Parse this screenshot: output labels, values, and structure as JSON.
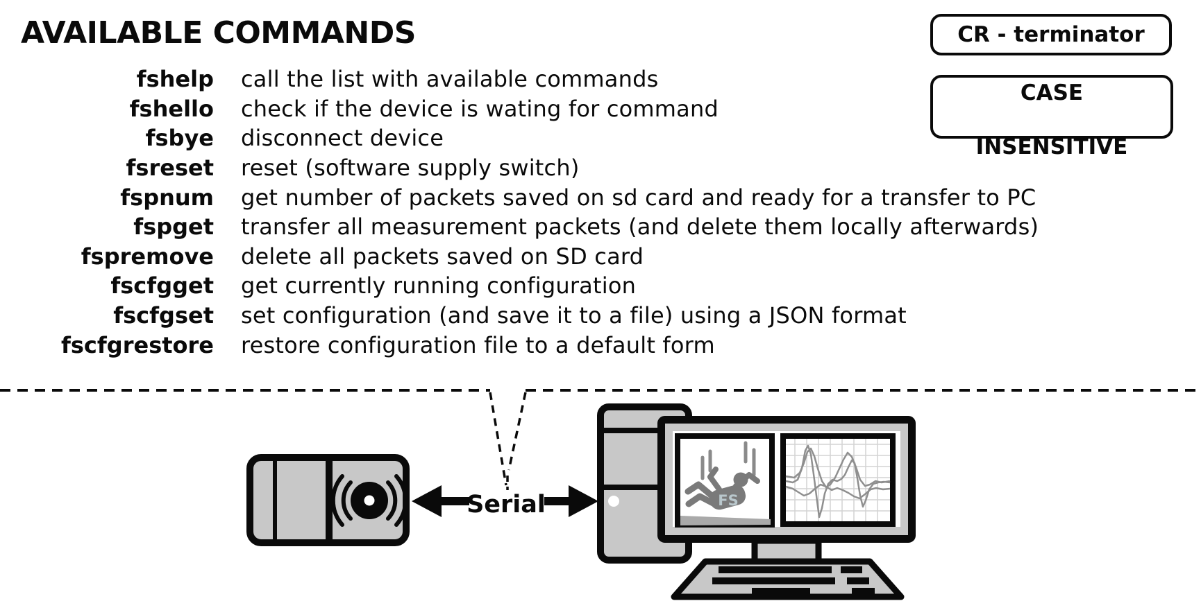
{
  "title": "AVAILABLE COMMANDS",
  "notes": {
    "terminator_badge": "CR - terminator",
    "case_badge_line1": "CASE",
    "case_badge_line2": "INSENSITIVE"
  },
  "commands": [
    {
      "name": "fshelp",
      "description": "call the list with available commands"
    },
    {
      "name": "fshello",
      "description": "check if the device is wating for command"
    },
    {
      "name": "fsbye",
      "description": "disconnect device"
    },
    {
      "name": "fsreset",
      "description": "reset (software supply switch)"
    },
    {
      "name": "fspnum",
      "description": "get number of packets saved on sd card and ready for a transfer to PC"
    },
    {
      "name": "fspget",
      "description": "transfer all measurement packets (and delete them locally afterwards)"
    },
    {
      "name": "fspremove",
      "description": "delete all packets saved on SD card"
    },
    {
      "name": "fscfgget",
      "description": "get currently running configuration"
    },
    {
      "name": "fscfgset",
      "description": "set configuration (and save it to a file) using a JSON format"
    },
    {
      "name": "fscfgrestore",
      "description": "restore configuration file to a default form"
    }
  ],
  "diagram": {
    "serial_label": "Serial",
    "device_monogram": "FS",
    "icons": {
      "device": "buzzer-sound-waves-icon",
      "link_left": "left-arrow-icon",
      "link_right": "right-arrow-icon",
      "monitor_left_panel": "fall-detection-pictogram",
      "monitor_right_panel": "accelerometer-waveform-chart"
    },
    "colors": {
      "outline": "#0a0a0a",
      "fill_gray": "#c8c8c8",
      "person_gray": "#7a7a7a",
      "wave_gray": "#8f8f8f",
      "grid_gray": "#d4d4d4",
      "fs_label": "#b9c7cc"
    }
  }
}
